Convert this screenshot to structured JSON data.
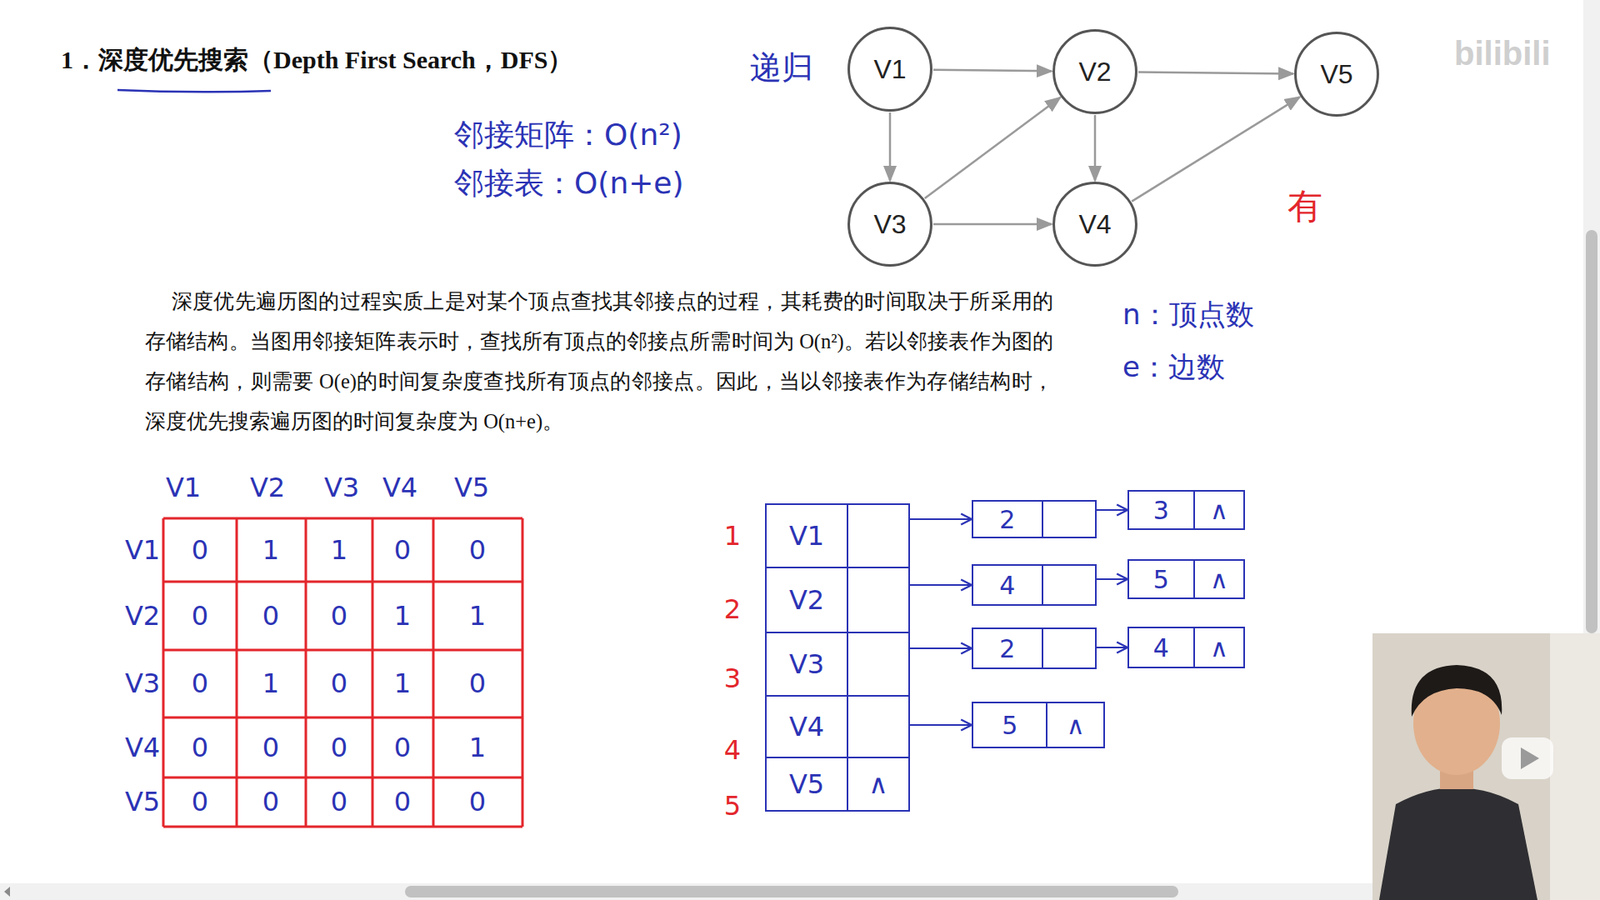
{
  "diagram": {
    "title": "1．深度优先搜索（Depth First Search，DFS）",
    "nodes": [
      {
        "text": [
          "V1"
        ]
      },
      {
        "text": [
          "V2"
        ]
      },
      {
        "text": [
          "V5"
        ]
      },
      {
        "text": [
          "V3"
        ]
      },
      {
        "text": [
          "V4"
        ]
      },
      {
        "text": [
          "V1"
        ]
      },
      {
        "text": [
          "2"
        ]
      },
      {
        "text": [
          "3",
          "∧"
        ]
      },
      {
        "text": [
          "V2"
        ]
      },
      {
        "text": [
          "4"
        ]
      },
      {
        "text": [
          "5",
          "∧"
        ]
      },
      {
        "text": [
          "V3"
        ]
      },
      {
        "text": [
          "2"
        ]
      },
      {
        "text": [
          "4",
          "∧"
        ]
      },
      {
        "text": [
          "V4"
        ]
      },
      {
        "text": [
          "5",
          "∧"
        ]
      },
      {
        "text": [
          "V5",
          "∧"
        ]
      }
    ],
    "edges": [
      {
        "from": 0,
        "to": 1,
        "arrow": "to"
      },
      {
        "from": 0,
        "to": 3,
        "arrow": "to"
      },
      {
        "from": 1,
        "to": 2,
        "arrow": "to"
      },
      {
        "from": 1,
        "to": 4,
        "arrow": "to"
      },
      {
        "from": 3,
        "to": 1,
        "arrow": "to"
      },
      {
        "from": 3,
        "to": 4,
        "arrow": "to"
      },
      {
        "from": 4,
        "to": 2,
        "arrow": "to"
      },
      {
        "from": 5,
        "to": 6,
        "arrow": "to"
      },
      {
        "from": 6,
        "to": 7,
        "arrow": "to"
      },
      {
        "from": 8,
        "to": 9,
        "arrow": "to"
      },
      {
        "from": 9,
        "to": 10,
        "arrow": "to"
      },
      {
        "from": 11,
        "to": 12,
        "arrow": "to"
      },
      {
        "from": 12,
        "to": 13,
        "arrow": "to"
      },
      {
        "from": 14,
        "to": 15,
        "arrow": "to"
      }
    ],
    "labels": [
      "递归",
      "邻接矩阵：O(n²)",
      "邻接表：O(n+e)",
      "有",
      "深度优先遍历图的过程实质上是对某个顶点查找其邻接点的过程，其耗费的时间取决于所采用的存储结构。当图用邻接矩阵表示时，查找所有顶点的邻接点所需时间为 O(n²)。若以邻接表作为图的存储结构，则需要 O(e)的时间复杂度查找所有顶点的邻接点。因此，当以邻接表作为存储结构时，深度优先搜索遍历图的时间复杂度为 O(n+e)。",
      "n：顶点数",
      "e：边数",
      "V1",
      "V2",
      "V3",
      "V4",
      "V5",
      "V1",
      "V2",
      "V3",
      "V4",
      "V5",
      "0",
      "1",
      "1",
      "0",
      "0",
      "0",
      "0",
      "0",
      "1",
      "1",
      "0",
      "1",
      "0",
      "1",
      "0",
      "0",
      "0",
      "0",
      "0",
      "1",
      "0",
      "0",
      "0",
      "0",
      "0",
      "1",
      "2",
      "3",
      "4",
      "5",
      "bilibili"
    ]
  }
}
